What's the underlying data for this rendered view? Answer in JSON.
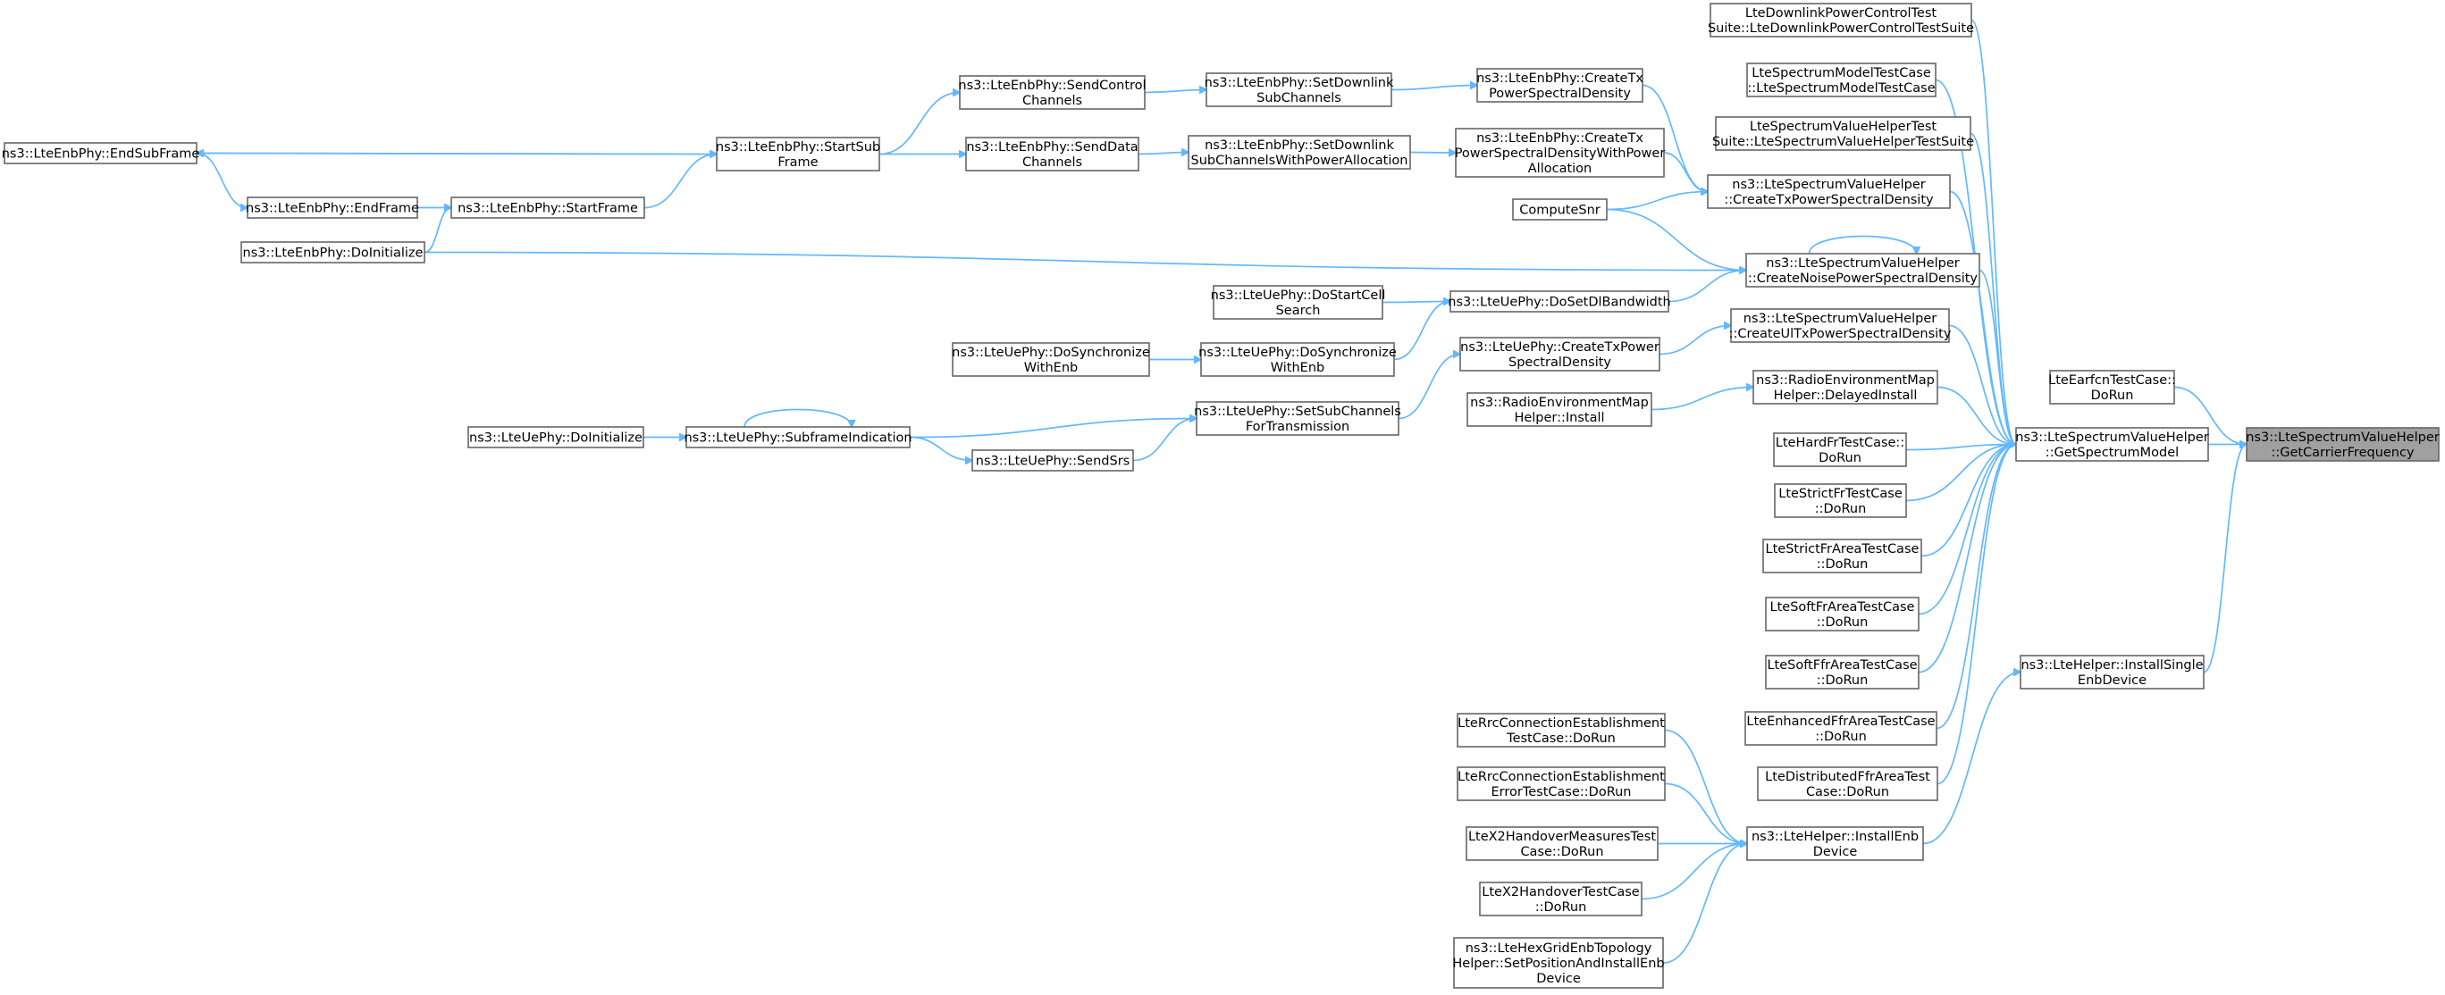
{
  "diagram": {
    "type": "call-graph",
    "edge_color": "#63b8ff",
    "focus_fill": "#a0a0a0",
    "nodes": [
      {
        "id": "getCarrierFrequency",
        "lines": [
          "ns3::LteSpectrumValueHelper",
          "::GetCarrierFrequency"
        ],
        "focus": true
      },
      {
        "id": "getSpectrumModel",
        "lines": [
          "ns3::LteSpectrumValueHelper",
          "::GetSpectrumModel"
        ]
      },
      {
        "id": "earfcnDoRun",
        "lines": [
          "LteEarfcnTestCase::",
          "DoRun"
        ]
      },
      {
        "id": "installSingleEnb",
        "lines": [
          "ns3::LteHelper::InstallSingle",
          "EnbDevice"
        ]
      },
      {
        "id": "dlPowerControlSuite",
        "lines": [
          "LteDownlinkPowerControlTest",
          "Suite::LteDownlinkPowerControlTestSuite"
        ]
      },
      {
        "id": "spectrumModelTestCase",
        "lines": [
          "LteSpectrumModelTestCase",
          "::LteSpectrumModelTestCase"
        ]
      },
      {
        "id": "spectrumValueHelperSuite",
        "lines": [
          "LteSpectrumValueHelperTest",
          "Suite::LteSpectrumValueHelperTestSuite"
        ]
      },
      {
        "id": "createTxPsdHelper",
        "lines": [
          "ns3::LteSpectrumValueHelper",
          "::CreateTxPowerSpectralDensity"
        ]
      },
      {
        "id": "createNoisePsd",
        "lines": [
          "ns3::LteSpectrumValueHelper",
          "::CreateNoisePowerSpectralDensity"
        ]
      },
      {
        "id": "createUlTxPsd",
        "lines": [
          "ns3::LteSpectrumValueHelper",
          "::CreateUlTxPowerSpectralDensity"
        ]
      },
      {
        "id": "remDelayedInstall",
        "lines": [
          "ns3::RadioEnvironmentMap",
          "Helper::DelayedInstall"
        ]
      },
      {
        "id": "hardFrDoRun",
        "lines": [
          "LteHardFrTestCase::",
          "DoRun"
        ]
      },
      {
        "id": "strictFrDoRun",
        "lines": [
          "LteStrictFrTestCase",
          "::DoRun"
        ]
      },
      {
        "id": "strictFrAreaDoRun",
        "lines": [
          "LteStrictFrAreaTestCase",
          "::DoRun"
        ]
      },
      {
        "id": "softFrAreaDoRun",
        "lines": [
          "LteSoftFrAreaTestCase",
          "::DoRun"
        ]
      },
      {
        "id": "softFfrAreaDoRun",
        "lines": [
          "LteSoftFfrAreaTestCase",
          "::DoRun"
        ]
      },
      {
        "id": "enhancedFfrAreaDoRun",
        "lines": [
          "LteEnhancedFfrAreaTestCase",
          "::DoRun"
        ]
      },
      {
        "id": "distributedFfrAreaDoRun",
        "lines": [
          "LteDistributedFfrAreaTest",
          "Case::DoRun"
        ]
      },
      {
        "id": "installEnbDevice",
        "lines": [
          "ns3::LteHelper::InstallEnb",
          "Device"
        ]
      },
      {
        "id": "rrcConnEstDoRun",
        "lines": [
          "LteRrcConnectionEstablishment",
          "TestCase::DoRun"
        ]
      },
      {
        "id": "rrcConnEstErrDoRun",
        "lines": [
          "LteRrcConnectionEstablishment",
          "ErrorTestCase::DoRun"
        ]
      },
      {
        "id": "x2HandoverMeasuresDoRun",
        "lines": [
          "LteX2HandoverMeasuresTest",
          "Case::DoRun"
        ]
      },
      {
        "id": "x2HandoverDoRun",
        "lines": [
          "LteX2HandoverTestCase",
          "::DoRun"
        ]
      },
      {
        "id": "hexGridSetPosition",
        "lines": [
          "ns3::LteHexGridEnbTopology",
          "Helper::SetPositionAndInstallEnb",
          "Device"
        ]
      },
      {
        "id": "enbCreateTxPsd",
        "lines": [
          "ns3::LteEnbPhy::CreateTx",
          "PowerSpectralDensity"
        ]
      },
      {
        "id": "enbCreateTxPsdWithPower",
        "lines": [
          "ns3::LteEnbPhy::CreateTx",
          "PowerSpectralDensityWithPower",
          "Allocation"
        ]
      },
      {
        "id": "computeSnr",
        "lines": [
          "ComputeSnr"
        ]
      },
      {
        "id": "ueDoSetDlBandwidth",
        "lines": [
          "ns3::LteUePhy::DoSetDlBandwidth"
        ]
      },
      {
        "id": "ueCreateTxPsd",
        "lines": [
          "ns3::LteUePhy::CreateTxPower",
          "SpectralDensity"
        ]
      },
      {
        "id": "remInstall",
        "lines": [
          "ns3::RadioEnvironmentMap",
          "Helper::Install"
        ]
      },
      {
        "id": "enbSetDlSubChannels",
        "lines": [
          "ns3::LteEnbPhy::SetDownlink",
          "SubChannels"
        ]
      },
      {
        "id": "enbSetDlSubChannelsPower",
        "lines": [
          "ns3::LteEnbPhy::SetDownlink",
          "SubChannelsWithPowerAllocation"
        ]
      },
      {
        "id": "ueDoStartCellSearch",
        "lines": [
          "ns3::LteUePhy::DoStartCell",
          "Search"
        ]
      },
      {
        "id": "ueDoSynchronizeWithEnb",
        "lines": [
          "ns3::LteUePhy::DoSynchronize",
          "WithEnb"
        ]
      },
      {
        "id": "ueSetSubChannels",
        "lines": [
          "ns3::LteUePhy::SetSubChannels",
          "ForTransmission"
        ]
      },
      {
        "id": "enbSendControlChannels",
        "lines": [
          "ns3::LteEnbPhy::SendControl",
          "Channels"
        ]
      },
      {
        "id": "enbSendDataChannels",
        "lines": [
          "ns3::LteEnbPhy::SendData",
          "Channels"
        ]
      },
      {
        "id": "ueDoSynchronizeWithEnb2",
        "lines": [
          "ns3::LteUePhy::DoSynchronize",
          "WithEnb"
        ]
      },
      {
        "id": "ueSendSrs",
        "lines": [
          "ns3::LteUePhy::SendSrs"
        ]
      },
      {
        "id": "enbStartSubFrame",
        "lines": [
          "ns3::LteEnbPhy::StartSub",
          "Frame"
        ]
      },
      {
        "id": "ueSubframeIndication",
        "lines": [
          "ns3::LteUePhy::SubframeIndication"
        ]
      },
      {
        "id": "enbStartFrame",
        "lines": [
          "ns3::LteEnbPhy::StartFrame"
        ]
      },
      {
        "id": "ueDoInitialize",
        "lines": [
          "ns3::LteUePhy::DoInitialize"
        ]
      },
      {
        "id": "enbEndSubFrame",
        "lines": [
          "ns3::LteEnbPhy::EndSubFrame"
        ]
      },
      {
        "id": "enbEndFrame",
        "lines": [
          "ns3::LteEnbPhy::EndFrame"
        ]
      },
      {
        "id": "enbDoInitialize",
        "lines": [
          "ns3::LteEnbPhy::DoInitialize"
        ]
      }
    ],
    "edges": [
      {
        "from": "getSpectrumModel",
        "to": "getCarrierFrequency"
      },
      {
        "from": "earfcnDoRun",
        "to": "getCarrierFrequency"
      },
      {
        "from": "installSingleEnb",
        "to": "getCarrierFrequency"
      },
      {
        "from": "dlPowerControlSuite",
        "to": "getSpectrumModel"
      },
      {
        "from": "spectrumModelTestCase",
        "to": "getSpectrumModel"
      },
      {
        "from": "spectrumValueHelperSuite",
        "to": "getSpectrumModel"
      },
      {
        "from": "createTxPsdHelper",
        "to": "getSpectrumModel"
      },
      {
        "from": "createNoisePsd",
        "to": "getSpectrumModel"
      },
      {
        "from": "createUlTxPsd",
        "to": "getSpectrumModel"
      },
      {
        "from": "remDelayedInstall",
        "to": "getSpectrumModel"
      },
      {
        "from": "hardFrDoRun",
        "to": "getSpectrumModel"
      },
      {
        "from": "strictFrDoRun",
        "to": "getSpectrumModel"
      },
      {
        "from": "strictFrAreaDoRun",
        "to": "getSpectrumModel"
      },
      {
        "from": "softFrAreaDoRun",
        "to": "getSpectrumModel"
      },
      {
        "from": "softFfrAreaDoRun",
        "to": "getSpectrumModel"
      },
      {
        "from": "enhancedFfrAreaDoRun",
        "to": "getSpectrumModel"
      },
      {
        "from": "distributedFfrAreaDoRun",
        "to": "getSpectrumModel"
      },
      {
        "from": "installEnbDevice",
        "to": "installSingleEnb"
      },
      {
        "from": "rrcConnEstDoRun",
        "to": "installEnbDevice"
      },
      {
        "from": "rrcConnEstErrDoRun",
        "to": "installEnbDevice"
      },
      {
        "from": "x2HandoverMeasuresDoRun",
        "to": "installEnbDevice"
      },
      {
        "from": "x2HandoverDoRun",
        "to": "installEnbDevice"
      },
      {
        "from": "hexGridSetPosition",
        "to": "installEnbDevice"
      },
      {
        "from": "enbCreateTxPsd",
        "to": "createTxPsdHelper"
      },
      {
        "from": "enbCreateTxPsdWithPower",
        "to": "createTxPsdHelper"
      },
      {
        "from": "computeSnr",
        "to": "createTxPsdHelper"
      },
      {
        "from": "computeSnr",
        "to": "createNoisePsd"
      },
      {
        "from": "createNoisePsd",
        "to": "createNoisePsd"
      },
      {
        "from": "ueDoSetDlBandwidth",
        "to": "createNoisePsd"
      },
      {
        "from": "enbDoInitialize",
        "to": "createNoisePsd"
      },
      {
        "from": "ueCreateTxPsd",
        "to": "createUlTxPsd"
      },
      {
        "from": "remInstall",
        "to": "remDelayedInstall"
      },
      {
        "from": "enbSetDlSubChannels",
        "to": "enbCreateTxPsd"
      },
      {
        "from": "enbSetDlSubChannelsPower",
        "to": "enbCreateTxPsdWithPower"
      },
      {
        "from": "ueDoStartCellSearch",
        "to": "ueDoSetDlBandwidth"
      },
      {
        "from": "ueDoSynchronizeWithEnb",
        "to": "ueDoSetDlBandwidth"
      },
      {
        "from": "ueSetSubChannels",
        "to": "ueCreateTxPsd"
      },
      {
        "from": "enbSendControlChannels",
        "to": "enbSetDlSubChannels"
      },
      {
        "from": "enbSendDataChannels",
        "to": "enbSetDlSubChannelsPower"
      },
      {
        "from": "ueDoSynchronizeWithEnb2",
        "to": "ueDoSynchronizeWithEnb"
      },
      {
        "from": "ueSendSrs",
        "to": "ueSetSubChannels"
      },
      {
        "from": "ueSubframeIndication",
        "to": "ueSetSubChannels"
      },
      {
        "from": "enbStartSubFrame",
        "to": "enbSendControlChannels"
      },
      {
        "from": "enbStartSubFrame",
        "to": "enbSendDataChannels"
      },
      {
        "from": "ueSubframeIndication",
        "to": "ueSendSrs"
      },
      {
        "from": "ueSubframeIndication",
        "to": "ueSubframeIndication"
      },
      {
        "from": "ueDoInitialize",
        "to": "ueSubframeIndication"
      },
      {
        "from": "enbStartFrame",
        "to": "enbStartSubFrame"
      },
      {
        "from": "enbEndSubFrame",
        "to": "enbStartSubFrame"
      },
      {
        "from": "enbStartSubFrame",
        "to": "enbEndSubFrame"
      },
      {
        "from": "enbEndFrame",
        "to": "enbStartFrame"
      },
      {
        "from": "enbDoInitialize",
        "to": "enbStartFrame"
      },
      {
        "from": "enbEndSubFrame",
        "to": "enbEndFrame"
      }
    ]
  }
}
